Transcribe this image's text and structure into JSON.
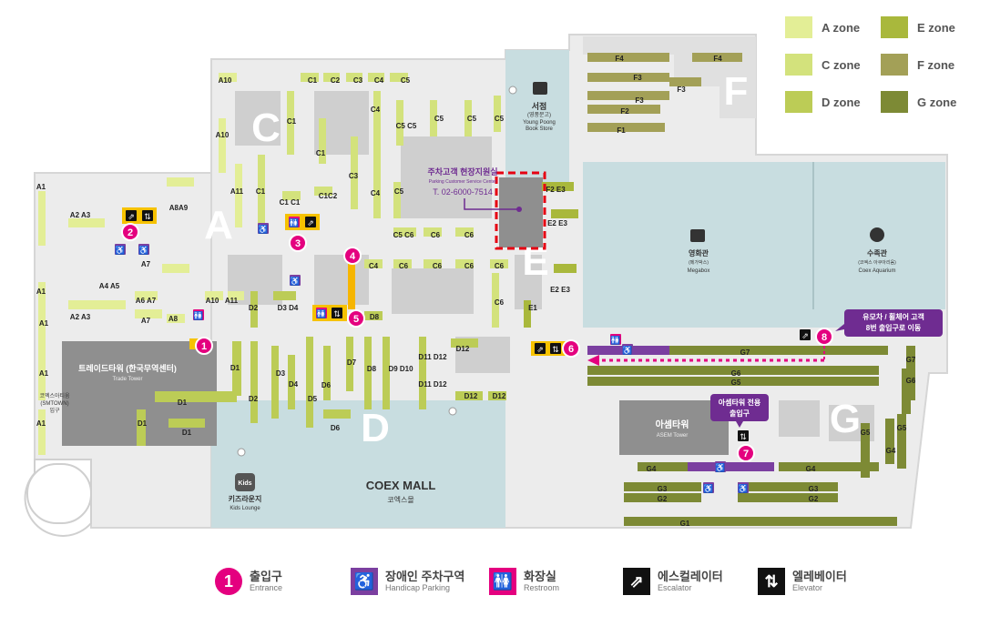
{
  "zones": [
    {
      "label": "A zone",
      "color": "#e3ee96"
    },
    {
      "label": "E zone",
      "color": "#a9b83c"
    },
    {
      "label": "C zone",
      "color": "#d3e27c"
    },
    {
      "label": "F zone",
      "color": "#a3a057"
    },
    {
      "label": "D zone",
      "color": "#bccc56"
    },
    {
      "label": "G zone",
      "color": "#7d8a35"
    }
  ],
  "legend": [
    {
      "ko": "출입구",
      "en": "Entrance",
      "icon": "entrance-number-icon",
      "glyph": "1",
      "color": "#e4007f"
    },
    {
      "ko": "장애인 주차구역",
      "en": "Handicap Parking",
      "icon": "wheelchair-icon",
      "glyph": "♿",
      "color": "#7b3fa0"
    },
    {
      "ko": "화장실",
      "en": "Restroom",
      "icon": "restroom-icon",
      "glyph": "🚻",
      "color": "#e4007f"
    },
    {
      "ko": "에스컬레이터",
      "en": "Escalator",
      "icon": "escalator-icon",
      "glyph": "⇗",
      "color": "#111111"
    },
    {
      "ko": "엘레베이터",
      "en": "Elevator",
      "icon": "elevator-icon",
      "glyph": "⇅",
      "color": "#111111"
    }
  ],
  "places": {
    "bookstore": {
      "ko": "서점",
      "sub": "(영풍문고)",
      "en1": "Young Poong",
      "en2": "Book Store"
    },
    "service": {
      "ko": "주차고객 현장지원실",
      "en": "Parking Customer Service Center",
      "tel": "T. 02-6000-7514"
    },
    "megabox": {
      "ko": "영화관",
      "sub": "(메가박스)",
      "en": "Megabox"
    },
    "aquarium": {
      "ko": "수족관",
      "sub": "(코엑스 아쿠아리움)",
      "en": "Coex Aquarium"
    },
    "trade": {
      "ko": "트레이드타워",
      "sub": "(한국무역센터)",
      "en": "Trade Tower"
    },
    "asem": {
      "ko": "아셈타워",
      "en": "ASEM Tower"
    },
    "kids": {
      "ko": "키즈라운지",
      "en": "Kids Lounge",
      "badge": "Kids"
    },
    "mall": {
      "logo": "COEX MALL",
      "ko": "코엑스몰"
    },
    "coexstation": {
      "l1": "코엑스아티움",
      "l2": "(SMTOWN)",
      "l3": "입구"
    }
  },
  "callouts": {
    "stroller": {
      "l1": "유모차 / 휠체어 고객",
      "l2": "8번 출입구로 이동"
    },
    "asem_exit": {
      "l1": "아셈타워 전용",
      "l2": "출입구"
    }
  },
  "zone_letters": [
    "A",
    "C",
    "D",
    "E",
    "F",
    "G"
  ],
  "entrances": [
    "1",
    "2",
    "3",
    "4",
    "5",
    "6",
    "7",
    "8"
  ]
}
